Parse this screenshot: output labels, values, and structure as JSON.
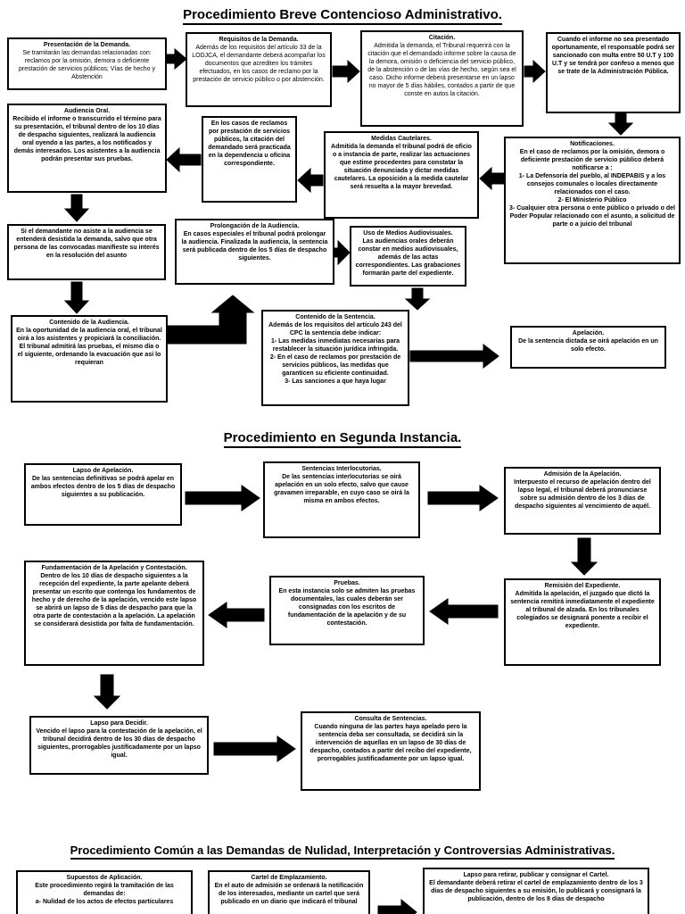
{
  "sections": {
    "s1": {
      "title": "Procedimiento Breve Contencioso Administrativo.",
      "presentacion": {
        "title": "Presentación de la Demanda.",
        "body": [
          "Se tramitarán las demandas relacionadas con: reclamos por la omisión, demora o deficiente prestación de servicios públicos; Vías de hecho y Abstención"
        ]
      },
      "requisitos": {
        "title": "Requisitos de la Demanda.",
        "body": [
          "Además de los requisitos del artículo 33 de la LODJCA, el demandante deberá acompañar los documentos que acrediten los trámites efectuados, en los casos de reclamo por la prestación de servicio público o por abstención."
        ]
      },
      "citacion": {
        "title": "Citación.",
        "body": [
          "Admitida la demanda, el Tribunal requerirá con la citación que el demandado informe sobre la causa de la demora, omisión o deficiencia del servicio público, de la abstención o de las vías de hecho, según sea el caso. Dicho informe deberá presentarse en un lapso no mayor de 5 días hábiles, contados a partir de que conste en autos la citación."
        ]
      },
      "informe": {
        "body": [
          "Cuando el informe no sea presentado oportunamente, el responsable podrá ser sancionado con multa entre 50 U.T y 100 U.T y se tendrá por confeso a menos que se trate de la Administración Pública."
        ]
      },
      "audiencia_oral": {
        "title": "Audiencia Oral.",
        "body": [
          "Recibido el informe o transcurrido el término para su presentación, el tribunal dentro de los 10 días de despacho siguientes, realizará la audiencia oral oyendo a las partes, a los notificados y demás interesados. Los asistentes a la audiencia podrán presentar sus pruebas."
        ]
      },
      "reclamos_servicios": {
        "body": [
          "En los casos de reclamos por prestación de servicios públicos, la citación del demandado será practicada en la dependencia u oficina correspondiente."
        ]
      },
      "medidas_cautelares": {
        "title": "Medidas Cautelares.",
        "body": [
          "Admitida la demanda el tribunal podrá de oficio o a instancia de parte, realizar las actuaciones que estime procedentes para constatar la situación denunciada y dictar medidas cautelares. La oposición a la medida cautelar será resuelta a la mayor brevedad."
        ]
      },
      "notificaciones": {
        "title": "Notificaciones.",
        "body": [
          "En el caso de reclamos por la omisión, demora o deficiente prestación de servicio público deberá notificarse a :",
          "1-  La Defensoría del pueblo, al INDEPABIS y a los consejos comunales o locales directamente relacionados con el caso.",
          "2-  El Ministerio Público",
          "3-  Cualquier otra persona o ente público o privado o del Poder Popular relacionado con el asunto, a solicitud de parte o a juicio del tribunal"
        ]
      },
      "desistimiento": {
        "body": [
          "Si el demandante no asiste a la audiencia se entenderá desistida la demanda, salvo que otra persona de las convocadas manifieste su interés en la resolución del asunto"
        ]
      },
      "prolongacion": {
        "title": "Prolongación de la Audiencia.",
        "body": [
          "En casos especiales el tribunal podrá prolongar la audiencia. Finalizada la audiencia, la sentencia será publicada dentro de los 5 días de despacho siguientes."
        ]
      },
      "medios_audiovisuales": {
        "title": "Uso de Medios Audiovisuales.",
        "body": [
          "Las audiencias orales deberán constar en medios audiovisuales, además de las actas correspondientes. Las grabaciones formarán parte del expediente."
        ]
      },
      "contenido_audiencia": {
        "title": "Contenido de la Audiencia.",
        "body": [
          "En la oportunidad de la audiencia oral, el tribunal oirá a los asistentes y propiciará la conciliación. El tribunal admitirá las pruebas, el mismo día o el siguiente, ordenando la evacuación que así lo requieran"
        ]
      },
      "contenido_sentencia": {
        "title": "Contenido de la Sentencia.",
        "body": [
          "Además de los requisitos del artículo 243 del CPC la sentencia debe indicar:",
          "1-  Las medidas inmediatas necesarias para restablecer la situación jurídica infringida.",
          "2-  En el caso de reclamos por prestación de servicios públicos, las medidas que garanticen su eficiente continuidad.",
          "3-  Las sanciones a que haya lugar"
        ]
      },
      "apelacion": {
        "title": "Apelación.",
        "body": [
          "De la sentencia dictada se oirá apelación en un solo efecto."
        ]
      }
    },
    "s2": {
      "title": "Procedimiento en Segunda Instancia.",
      "lapso_apelacion": {
        "title": "Lapso de Apelación.",
        "body": [
          "De las sentencias definitivas se podrá apelar en ambos efectos dentro de los 5 días de despacho siguientes a su publicación."
        ]
      },
      "interlocutorias": {
        "title": "Sentencias Interlocutorias.",
        "body": [
          "De las sentencias interlocutorias se oirá apelación en un solo efecto, salvo que cause gravamen irreparable, en cuyo caso se oirá la misma en ambos efectos."
        ]
      },
      "admision": {
        "title": "Admisión de la Apelación.",
        "body": [
          "Interpuesto el recurso de apelación dentro del lapso legal, el tribunal deberá pronunciarse sobre su admisión dentro de los 3 días de despacho siguientes al vencimiento de aquél."
        ]
      },
      "fundamentacion": {
        "title": "Fundamentación de la Apelación y Contestación.",
        "body": [
          "Dentro de los 10 días de despacho siguientes a la recepción del expediente, la parte apelante deberá presentar un escrito que contenga los fundamentos de hecho y de derecho de la apelación, vencido este lapso se abrirá un lapso de 5 días de despacho para que la otra parte de contestación a la apelación. La apelación se considerará desistida por falta de fundamentación."
        ]
      },
      "pruebas": {
        "title": "Pruebas.",
        "body": [
          "En esta instancia solo se admiten las pruebas documentales, las cuales deberán ser consignadas con los escritos de fundamentación de la apelación y de su contestación."
        ]
      },
      "remision": {
        "title": "Remisión del Expediente.",
        "body": [
          "Admitida la apelación, el juzgado que dictó la sentencia remitirá inmediatamente el expediente al tribunal de alzada. En los tribunales colegiados se designará ponente a recibir el expediente."
        ]
      },
      "lapso_decidir": {
        "title": "Lapso para Decidir.",
        "body": [
          "Vencido el lapso para la contestación de la apelación, el tribunal decidirá dentro de los 30 días de despacho siguientes, prorrogables justificadamente por un lapso igual."
        ]
      },
      "consulta": {
        "title": "Consulta de Sentencias.",
        "body": [
          "Cuando ninguna de las partes haya apelado pero la sentencia deba ser consultada, se decidirá sin la intervención de aquellas en un lapso de 30 días de despacho, contados a partir del recibo del expediente, prorrogables justificadamente por un lapso igual."
        ]
      }
    },
    "s3": {
      "title": "Procedimiento Común a las Demandas de Nulidad, Interpretación y Controversias Administrativas.",
      "supuestos": {
        "title": "Supuestos de Aplicación.",
        "body": [
          "Este procedimiento regirá la tramitación de las demandas de:",
          "a- Nulidad de los actos de efectos particulares"
        ]
      },
      "cartel": {
        "title": "Cartel de Emplazamiento.",
        "body": [
          "En el auto de admisión se ordenará la notificación de los interesados, mediante un cartel que será publicado en un diario que indicará el tribunal"
        ]
      },
      "lapso_cartel": {
        "title": "Lapso para retirar, publicar y consignar el Cartel.",
        "body": [
          "El demandante deberá retirar el cartel de emplazamiento dentro de los 3 días de despacho siguientes a su emisión, lo publicará y consignará la publicación, dentro de los 8 días de despacho"
        ]
      }
    }
  }
}
